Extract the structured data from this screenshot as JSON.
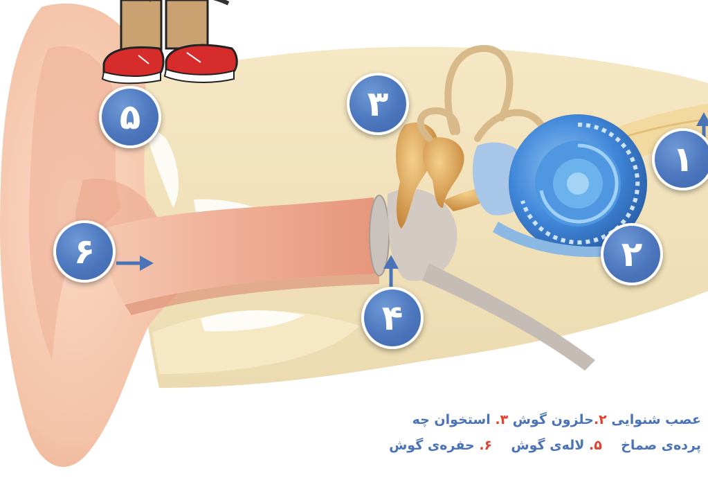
{
  "colors": {
    "marker": "#4c76bd",
    "arrow": "#4a73b8",
    "caption_text": "#4a73b8",
    "caption_number": "#e2412c",
    "cochlea": "#3f86d8",
    "ossicles": "#d49a45",
    "skin": "#f3c0a6"
  },
  "markers": [
    {
      "number": "۱"
    },
    {
      "number": "۲"
    },
    {
      "number": "۳"
    },
    {
      "number": "۴"
    },
    {
      "number": "۵"
    },
    {
      "number": "۶"
    }
  ],
  "caption": {
    "line1": [
      {
        "label": "عصب شنوایی"
      },
      {
        "number": "۲."
      },
      {
        "label": "حلزون گوش"
      },
      {
        "number": "۳."
      },
      {
        "label": "استخوان چه"
      }
    ],
    "line2": [
      {
        "label": "پرده‌ی صماخ"
      },
      {
        "number": "۵."
      },
      {
        "label": "لاله‌ی گوش"
      },
      {
        "number": "۶."
      },
      {
        "label": "حفره‌ی گوش"
      }
    ]
  }
}
